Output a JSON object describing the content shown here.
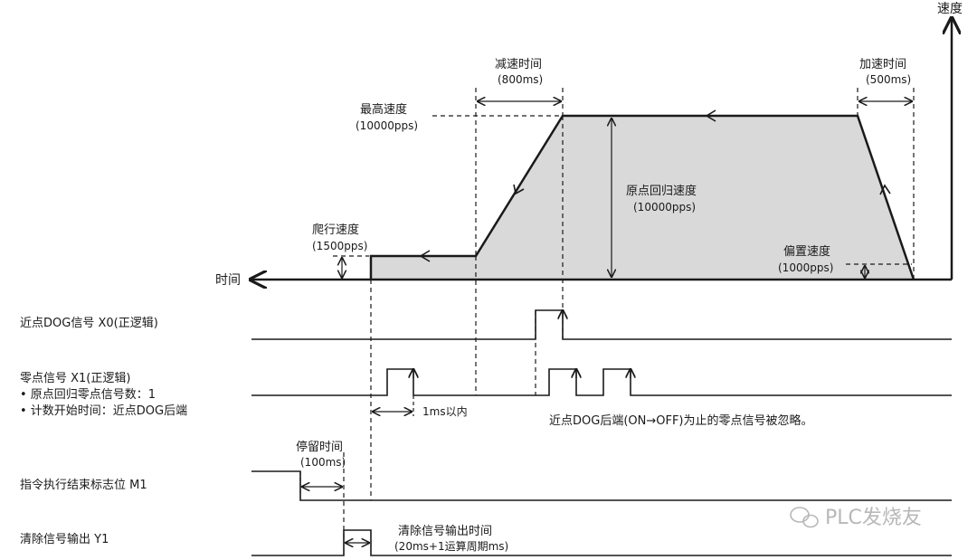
{
  "axes": {
    "speed": "速度",
    "time": "时间"
  },
  "labels": {
    "decel_time": "减速时间",
    "decel_time_val": "(800ms)",
    "accel_time": "加速时间",
    "accel_time_val": "(500ms)",
    "max_speed": "最高速度",
    "max_speed_val": "(10000pps)",
    "home_speed": "原点回归速度",
    "home_speed_val": "(10000pps)",
    "creep_speed": "爬行速度",
    "creep_speed_val": "(1500pps)",
    "bias_speed": "偏置速度",
    "bias_speed_val": "(1000pps)"
  },
  "signals": {
    "near_dog": "近点DOG信号 X0(正逻辑)",
    "zero": "零点信号 X1(正逻辑)",
    "zero_note1": "• 原点回归零点信号数：1",
    "zero_note2": "• 计数开始时间：近点DOG后端",
    "complete_flag": "指令执行结束标志位 M1",
    "clear_out": "清除信号输出 Y1"
  },
  "annotations": {
    "within_1ms": "1ms以内",
    "ignored_note": "近点DOG后端(ON→OFF)为止的零点信号被忽略。",
    "dwell_time": "停留时间",
    "dwell_time_val": "(100ms)",
    "clear_time": "清除信号输出时间",
    "clear_time_val": "(20ms+1运算周期ms)"
  },
  "watermark": "PLC发烧友",
  "colors": {
    "line": "#1a1a1a",
    "fill": "#d9d9d9",
    "watermark": "#b8b8b8"
  }
}
